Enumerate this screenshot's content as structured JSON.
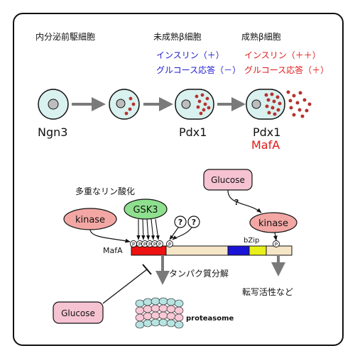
{
  "stages": {
    "progenitor": {
      "title": "内分泌前駆細胞",
      "marker": "Ngn3"
    },
    "immature": {
      "title": "未成熟β細胞",
      "line1": "インスリン（＋）",
      "line2": "グルコース応答（－）",
      "marker": "Pdx1"
    },
    "mature": {
      "title": "成熟β細胞",
      "line1": "インスリン（＋＋）",
      "line2": "グルコース応答（＋）",
      "marker1": "Pdx1",
      "marker2": "MafA"
    }
  },
  "lower": {
    "phospho_label": "多重なリン酸化",
    "kinase_left": "kinase",
    "gsk3": "GSK3",
    "question": "?",
    "p_mark": "P",
    "mafa_label": "MafA",
    "bzip_label": "bZip",
    "glucose_top": "Glucose",
    "glucose_top_question": "?",
    "kinase_right": "kinase",
    "degradation_label": "タンパク質分解",
    "transcription_label": "転写活性など",
    "glucose_bottom": "Glucose",
    "proteasome_label": "proteasome"
  },
  "colors": {
    "blue_text": "#1a1ad0",
    "red_text": "#e01818",
    "kinase_fill": "#f3a7a4",
    "gsk3_fill": "#8ee08e",
    "glucose_fill": "#f6c3d3",
    "mafa_red": "#ee1111",
    "bzip_blue": "#1a14d6",
    "yellow": "#e8ef1a",
    "bar_fill": "#f6e6c8",
    "cell_fill": "#d9f1ef",
    "dots": "#b5322f"
  }
}
